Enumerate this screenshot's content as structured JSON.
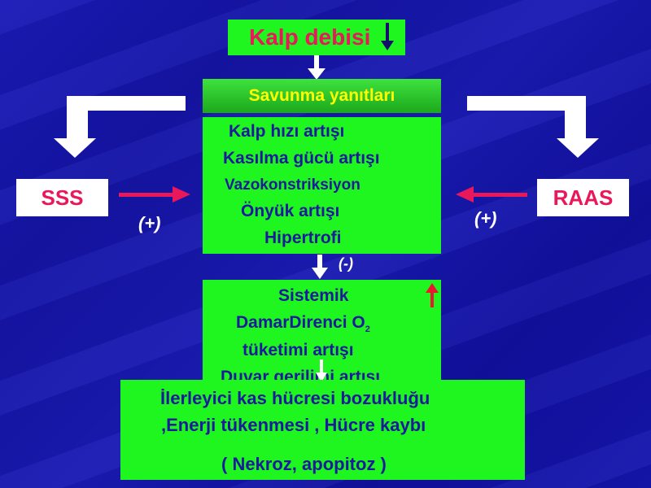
{
  "title": "Kalp debisi",
  "defense_header": "Savunma yanıtları",
  "defense_items": [
    "Kalp hızı artışı",
    "Kasılma gücü artışı",
    "Vazokonstriksiyon",
    "Önyük artışı",
    "Hipertrofi"
  ],
  "left_box": "SSS",
  "right_box": "RAAS",
  "left_sign": "(+)",
  "right_sign": "(+)",
  "minus_sign": "(-)",
  "sistemik_lines": [
    "Sistemik",
    "DamarDirenci O",
    "tüketimi artışı",
    "Duvar gerilimi artışı"
  ],
  "o2_subscript": "2",
  "bottom_lines": [
    "İlerleyici kas hücresi bozukluğu",
    ",Enerji tükenmesi , Hücre kaybı",
    "( Nekroz, apopitoz )"
  ],
  "colors": {
    "background": "#1616ae",
    "box_green": "#1ff51f",
    "title_pink": "#e8185a",
    "header_yellow": "#ffff00",
    "text_navy": "#1a1a9a",
    "arrow_pink": "#e8185a"
  }
}
